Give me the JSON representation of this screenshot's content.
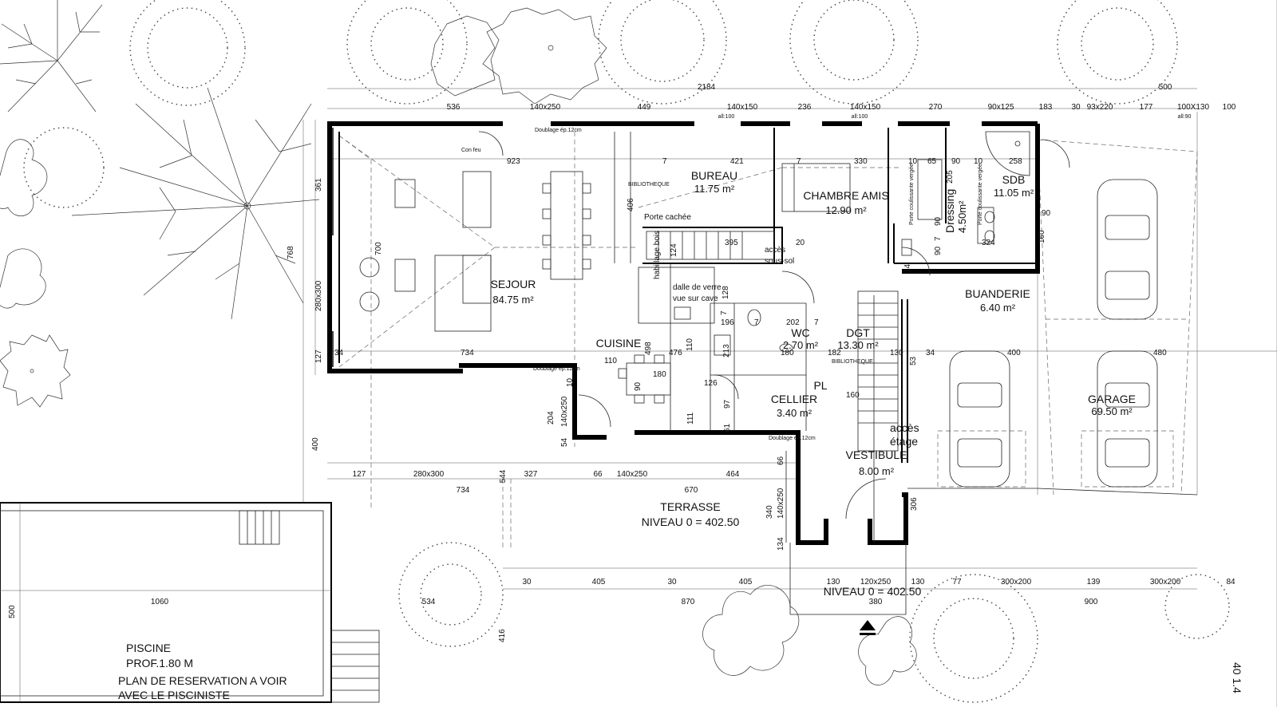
{
  "rooms": {
    "sejour": {
      "name": "SEJOUR",
      "area": "84.75 m²"
    },
    "bureau": {
      "name": "BUREAU",
      "area": "11.75 m²"
    },
    "chambre": {
      "name": "CHAMBRE AMIS",
      "area": "12.90 m²"
    },
    "dressing": {
      "name": "Dressing",
      "area": "4.50m²"
    },
    "sdb": {
      "name": "SDB",
      "area": "11.05 m²"
    },
    "buanderie": {
      "name": "BUANDERIE",
      "area": "6.40 m²"
    },
    "cuisine": {
      "name": "CUISINE"
    },
    "wc": {
      "name": "WC",
      "area": "2.70 m²"
    },
    "dgt": {
      "name": "DGT",
      "area": "13.30 m²"
    },
    "cellier": {
      "name": "CELLIER",
      "area": "3.40 m²"
    },
    "pl": {
      "name": "PL"
    },
    "vestibule": {
      "name": "VESTIBULE",
      "area": "8.00 m²"
    },
    "garage": {
      "name": "GARAGE",
      "area": "69.50 m²"
    },
    "terrasse": {
      "name": "TERRASSE",
      "level": "NIVEAU 0 = 402.50"
    },
    "piscine": {
      "name": "PISCINE",
      "depth": "PROF.1.80 M",
      "note1": "PLAN DE RESERVATION A VOIR",
      "note2": "AVEC LE PISCINISTE"
    }
  },
  "labels": {
    "porte_cachee": "Porte cachée",
    "habillage": "habillage bois",
    "acces_sous_sol_1": "accès",
    "acces_sous_sol_2": "sous-sol",
    "dalle_1": "dalle de verre",
    "dalle_2": "vue sur cave",
    "acces_etage_1": "accès",
    "acces_etage_2": "étage",
    "niveau_entree": "NIVEAU 0 = 402.50",
    "bibliotheque": "BIBLIOTHEQUE",
    "bibliotheque2": "BIBLIOTHEQUE",
    "con_feu": "Con feu",
    "doublage_top": "Doublage ép.12cm",
    "doublage_mid": "Doublage ép.12cm",
    "doublage_cellier": "Doublage ép.12cm",
    "porte_coul_1": "Porte coulissante vergée",
    "porte_coul_2": "Porte coulissante vergée",
    "all_1": "all:100",
    "all_2": "all:100",
    "all_3": "all:90"
  },
  "dims_top": {
    "total": "2184",
    "d536": "536",
    "d140x250": "140x250",
    "d449": "449",
    "d140x150a": "140x150",
    "d236": "236",
    "d140x150b": "140x150",
    "d270": "270",
    "d90x125": "90x125",
    "d183": "183",
    "d30": "30",
    "d93x220": "93x220",
    "d177": "177",
    "d100x130": "100X130",
    "d100": "100",
    "d500": "500"
  },
  "dims_inner": {
    "d923": "923",
    "d7a": "7",
    "d421": "421",
    "d7b": "7",
    "d330": "330",
    "d10a": "10",
    "d65": "65",
    "d90a": "90",
    "d10b": "10",
    "d258": "258",
    "d205": "205",
    "d90b": "90",
    "d7c": "7",
    "d90c": "90",
    "d324": "324",
    "d90d": "90",
    "d160a": "160",
    "d395": "395",
    "d20": "20",
    "d124": "124",
    "d406": "406",
    "d14": "14",
    "d128": "128",
    "d7d": "7",
    "d196": "196",
    "d7e": "7",
    "d202": "202",
    "d7f": "7",
    "d498": "498",
    "d476": "476",
    "d110a": "110",
    "d213": "213",
    "d180a": "180",
    "d182": "182",
    "d130a": "130",
    "d53": "53",
    "d34a": "34",
    "d34b": "34",
    "d110b": "110",
    "d734a": "734",
    "d180b": "180",
    "d90e": "90",
    "d126": "126",
    "d97": "97",
    "d61": "61",
    "d111": "111",
    "d160b": "160",
    "d10c": "10",
    "d204": "204",
    "d140x250v": "140x250",
    "d54": "54",
    "d400a": "400",
    "d480": "480"
  },
  "dims_left": {
    "d361": "361",
    "d768": "768",
    "d700": "700",
    "d280x300": "280x300",
    "d127": "127",
    "d400": "400",
    "d500": "500",
    "d416": "416"
  },
  "dims_bottom": {
    "d127": "127",
    "d280x300": "280x300",
    "d544": "544",
    "d327": "327",
    "d66a": "66",
    "d140x250": "140x250",
    "d464": "464",
    "d734": "734",
    "d670": "670",
    "d66b": "66",
    "d340": "340",
    "d140x250v": "140x250",
    "d134": "134",
    "d306": "306",
    "d30a": "30",
    "d405a": "405",
    "d30b": "30",
    "d405b": "405",
    "d130a": "130",
    "d120x250": "120x250",
    "d130b": "130",
    "d77": "77",
    "d300x200a": "300x200",
    "d139": "139",
    "d300x200b": "300x200",
    "d84": "84",
    "d1060": "1060",
    "d534": "534",
    "d870": "870",
    "d380": "380",
    "d900": "900"
  },
  "corner_text": "40 1.4"
}
